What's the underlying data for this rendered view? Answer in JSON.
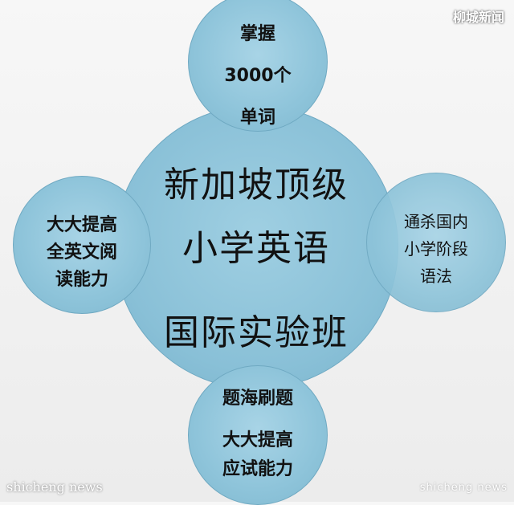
{
  "watermarks": {
    "top_right": "柳城新闻",
    "bottom_left": "shicheng news",
    "bottom_right": "shicheng news"
  },
  "center": {
    "line1": "新加坡顶级",
    "line2": "小学英语",
    "line3": "国际实验班"
  },
  "top": {
    "line1": "掌握",
    "line2": "3000个",
    "line3": "单词"
  },
  "left": {
    "line1": "大大提高",
    "line2": "全英文阅",
    "line3": "读能力"
  },
  "right": {
    "line1": "通杀国内",
    "line2": "小学阶段",
    "line3": "语法"
  },
  "bottom": {
    "line1": "题海刷题",
    "line2": "大大提高",
    "line3": "应试能力"
  },
  "colors": {
    "circle_fill": "#8ec4da",
    "circle_border": "#6fa9c2",
    "text": "#111111"
  }
}
